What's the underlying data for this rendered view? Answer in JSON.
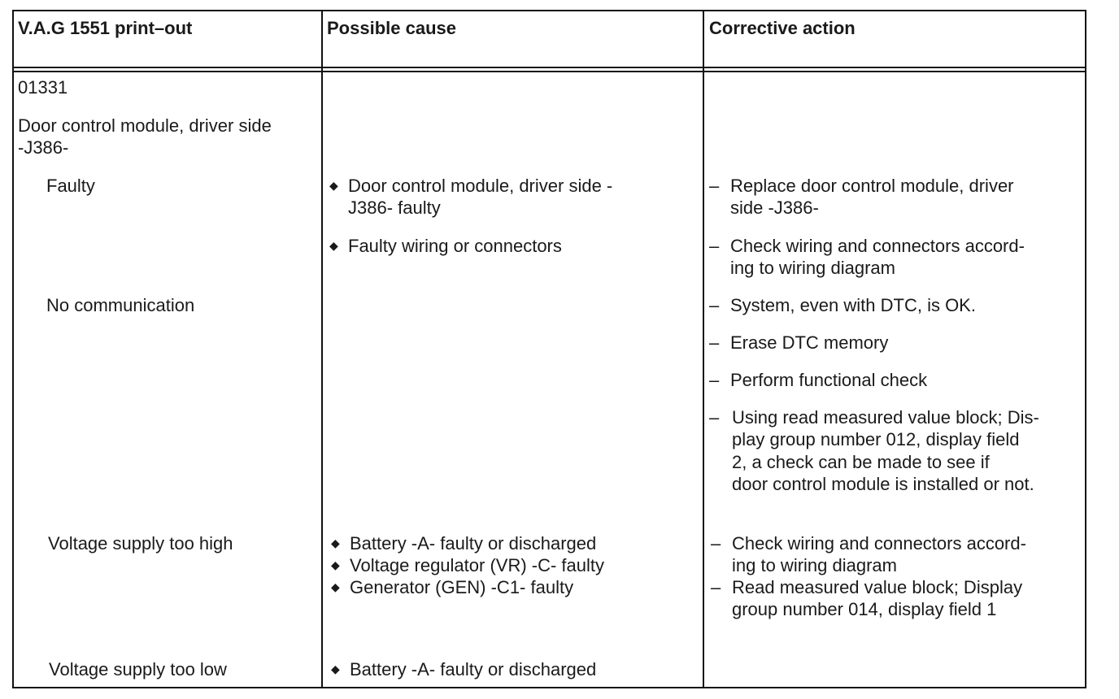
{
  "header": {
    "col1": "V.A.G 1551 print–out",
    "col2": "Possible cause",
    "col3": "Corrective action"
  },
  "code": "01331",
  "component": {
    "line1": "Door control module, driver side",
    "line2": "-J386-"
  },
  "faults": {
    "faulty": {
      "label": "Faulty",
      "causes": [
        {
          "lines": [
            "Door control module, driver side -",
            "J386- faulty"
          ]
        },
        {
          "lines": [
            "Faulty wiring or connectors"
          ]
        }
      ],
      "actions": [
        {
          "lines": [
            "Replace door control module, driver",
            "side -J386-"
          ]
        },
        {
          "lines": [
            "Check wiring and connectors accord-",
            "ing to wiring diagram"
          ]
        }
      ]
    },
    "no_comm": {
      "label": "No communication",
      "actions": [
        {
          "lines": [
            "System, even with DTC, is OK."
          ]
        },
        {
          "lines": [
            "Erase DTC memory"
          ]
        },
        {
          "lines": [
            "Perform functional check"
          ]
        },
        {
          "lines": [
            "Using read measured value block; Dis-",
            "play group number  012, display field",
            "2, a check can be made to see if",
            "door control module is installed or not."
          ]
        }
      ]
    },
    "high": {
      "label": "Voltage supply too high",
      "causes": [
        {
          "lines": [
            "Battery -A- faulty or discharged"
          ]
        },
        {
          "lines": [
            "Voltage regulator (VR) -C- faulty"
          ]
        },
        {
          "lines": [
            "Generator (GEN) -C1- faulty"
          ]
        }
      ],
      "actions": [
        {
          "lines": [
            "Check wiring and connectors accord-",
            "ing to wiring diagram"
          ]
        },
        {
          "lines": [
            "Read measured value block; Display",
            "group number  014,  display field 1"
          ]
        }
      ]
    },
    "low": {
      "label": "Voltage supply too low",
      "causes": [
        {
          "lines": [
            "Battery -A- faulty or discharged"
          ]
        }
      ]
    }
  },
  "symbols": {
    "bullet": "◆",
    "dash": "–"
  }
}
